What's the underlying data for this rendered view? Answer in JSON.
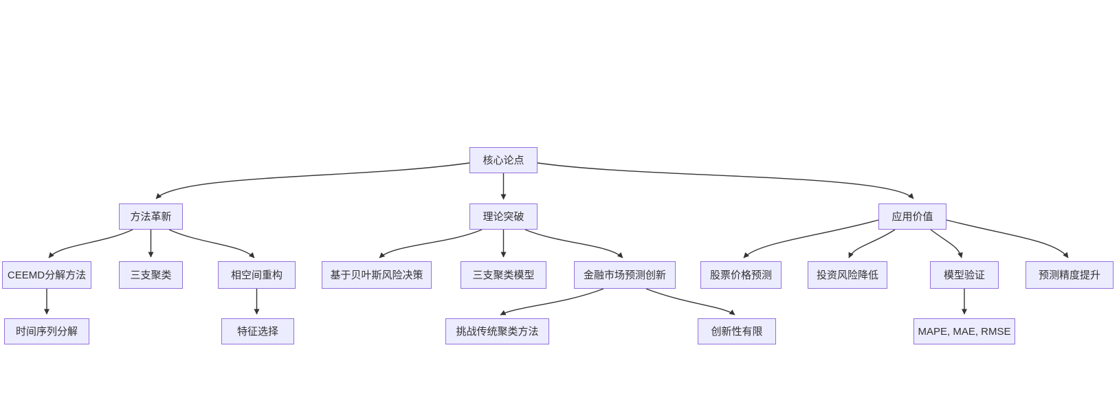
{
  "diagram": {
    "type": "flowchart-top-down",
    "background_color": "#ffffff",
    "node_fill_color": "#ECECFF",
    "node_border_color": "#9370DB",
    "edge_color": "#333333",
    "text_color": "#333333",
    "nodes": [
      {
        "id": "core-thesis",
        "label": "核心论点"
      },
      {
        "id": "method-innovation",
        "label": "方法革新"
      },
      {
        "id": "theoretical-breakthrough",
        "label": "理论突破"
      },
      {
        "id": "application-value",
        "label": "应用价值"
      },
      {
        "id": "ceemd-decomposition",
        "label": "CEEMD分解方法"
      },
      {
        "id": "three-way-clustering",
        "label": "三支聚类"
      },
      {
        "id": "phase-space-reconstruction",
        "label": "相空间重构"
      },
      {
        "id": "bayesian-risk-decision",
        "label": "基于贝叶斯风险决策"
      },
      {
        "id": "three-way-clustering-model",
        "label": "三支聚类模型"
      },
      {
        "id": "financial-market-forecast-innovation",
        "label": "金融市场预测创新"
      },
      {
        "id": "stock-price-prediction",
        "label": "股票价格预测"
      },
      {
        "id": "investment-risk-reduction",
        "label": "投资风险降低"
      },
      {
        "id": "model-validation",
        "label": "模型验证"
      },
      {
        "id": "forecast-accuracy-improvement",
        "label": "预测精度提升"
      },
      {
        "id": "time-series-decomposition",
        "label": "时间序列分解"
      },
      {
        "id": "feature-selection",
        "label": "特征选择"
      },
      {
        "id": "challenge-traditional-clustering",
        "label": "挑战传统聚类方法"
      },
      {
        "id": "limited-novelty",
        "label": "创新性有限"
      },
      {
        "id": "mape-mae-rmse",
        "label": "MAPE, MAE, RMSE"
      }
    ],
    "edges": [
      {
        "from": "核心论点",
        "to": "方法革新"
      },
      {
        "from": "核心论点",
        "to": "理论突破"
      },
      {
        "from": "核心论点",
        "to": "应用价值"
      },
      {
        "from": "方法革新",
        "to": "CEEMD分解方法"
      },
      {
        "from": "方法革新",
        "to": "三支聚类"
      },
      {
        "from": "方法革新",
        "to": "相空间重构"
      },
      {
        "from": "理论突破",
        "to": "基于贝叶斯风险决策"
      },
      {
        "from": "理论突破",
        "to": "三支聚类模型"
      },
      {
        "from": "理论突破",
        "to": "金融市场预测创新"
      },
      {
        "from": "应用价值",
        "to": "股票价格预测"
      },
      {
        "from": "应用价值",
        "to": "投资风险降低"
      },
      {
        "from": "应用价值",
        "to": "模型验证"
      },
      {
        "from": "应用价值",
        "to": "预测精度提升"
      },
      {
        "from": "CEEMD分解方法",
        "to": "时间序列分解"
      },
      {
        "from": "相空间重构",
        "to": "特征选择"
      },
      {
        "from": "金融市场预测创新",
        "to": "挑战传统聚类方法"
      },
      {
        "from": "金融市场预测创新",
        "to": "创新性有限"
      },
      {
        "from": "模型验证",
        "to": "MAPE, MAE, RMSE"
      }
    ]
  }
}
